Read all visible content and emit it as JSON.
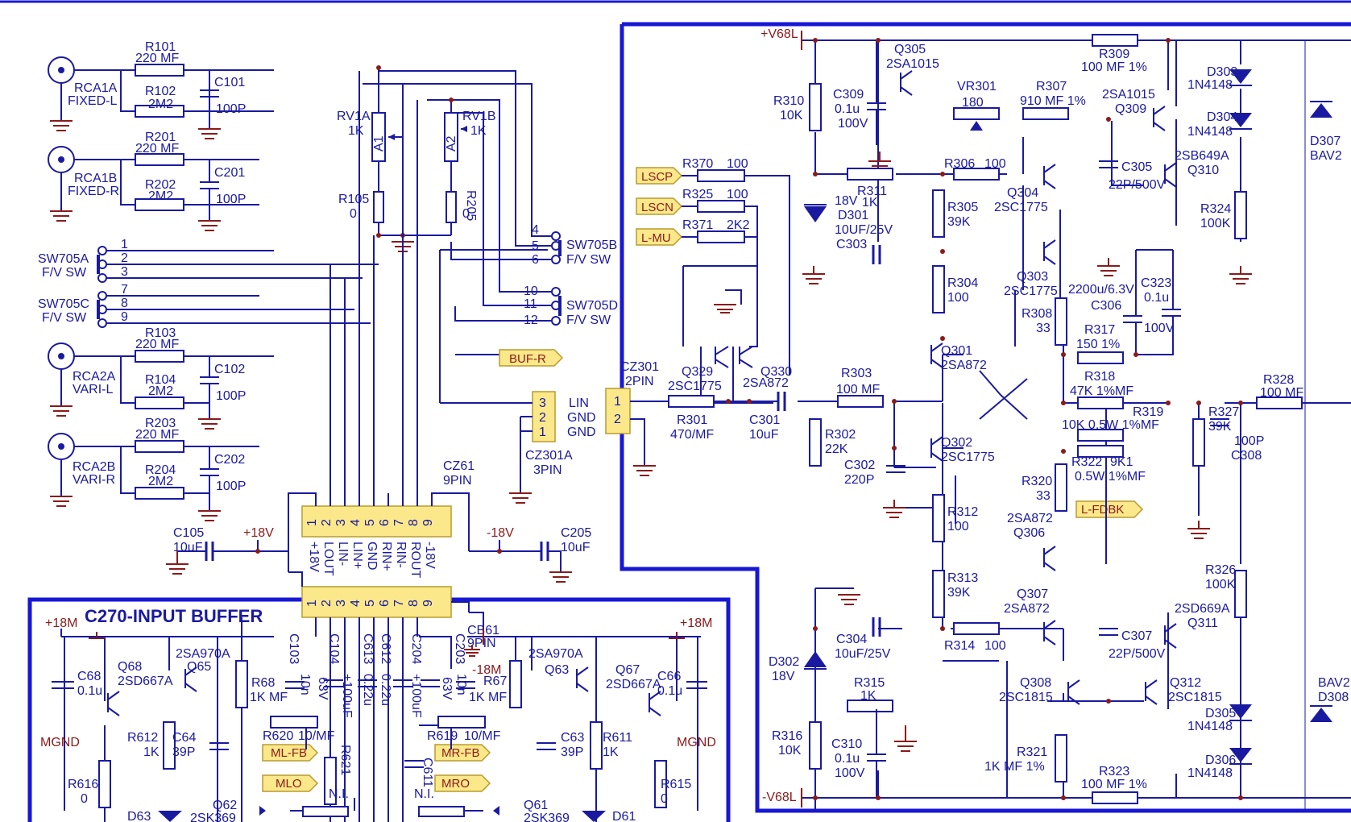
{
  "title": "C270-INPUT BUFFER",
  "colors": {
    "wire": "#1a1aa0",
    "frame": "#1717d6",
    "power": "#8b1a1a",
    "tag_fill": "#fbe88a"
  },
  "power": {
    "p68": "+V68L",
    "n68": "-V68L",
    "p18a": "+18V",
    "n18a": "-18V",
    "p18m_l": "+18M",
    "p18m_r": "+18M",
    "n18m": "-18M",
    "mgnd_l": "MGND",
    "mgnd_r": "MGND"
  },
  "inputs": [
    {
      "label": "RCA1A",
      "sub": "FIXED-L",
      "r_top": "R101",
      "r_top_v": "220 MF",
      "r_bot": "R102",
      "r_bot_v": "2M2",
      "cap": "C101",
      "cap_v": "100P"
    },
    {
      "label": "RCA1B",
      "sub": "FIXED-R",
      "r_top": "R201",
      "r_top_v": "220 MF",
      "r_bot": "R202",
      "r_bot_v": "2M2",
      "cap": "C201",
      "cap_v": "100P"
    },
    {
      "label": "RCA2A",
      "sub": "VARI-L",
      "r_top": "R103",
      "r_top_v": "220 MF",
      "r_bot": "R104",
      "r_bot_v": "2M2",
      "cap": "C102",
      "cap_v": "100P"
    },
    {
      "label": "RCA2B",
      "sub": "VARI-R",
      "r_top": "R203",
      "r_top_v": "220 MF",
      "r_bot": "R204",
      "r_bot_v": "2M2",
      "cap": "C202",
      "cap_v": "100P"
    }
  ],
  "switches": {
    "sw705a": "SW705A",
    "sw705c": "SW705C",
    "sw705b": "SW705B",
    "sw705d": "SW705D",
    "fv": "F/V SW",
    "pins_left": [
      "1",
      "2",
      "3",
      "7",
      "8",
      "9"
    ],
    "pins_right": [
      "4",
      "5",
      "6",
      "10",
      "11",
      "12"
    ]
  },
  "pots": {
    "rv1a": "RV1A",
    "rv1a_v": "1K",
    "rv1b": "RV1B",
    "rv1b_v": "1K",
    "a1": "A1",
    "a2": "A2",
    "r105": "R105",
    "r105_v": "0",
    "r205": "R205",
    "r205_v": "0"
  },
  "cz301a": {
    "name": "CZ301A",
    "pins": "3PIN",
    "p3": "3",
    "p2": "2",
    "p1": "1",
    "lin": "LIN",
    "gnd1": "GND",
    "gnd2": "GND"
  },
  "cz301": {
    "name": "CZ301",
    "pins": "2PIN",
    "p1": "1",
    "p2": "2"
  },
  "cz61": {
    "name": "CZ61",
    "pins": "9PIN",
    "nums": [
      "1",
      "2",
      "3",
      "4",
      "5",
      "6",
      "7",
      "8",
      "9"
    ],
    "sig": [
      "+18V",
      "LOUT",
      "LIN-",
      "LIN+",
      "GND",
      "RIN+",
      "RIN-",
      "ROUT",
      "-18V"
    ]
  },
  "cb61": {
    "name": "CB61",
    "pins": "9PIN",
    "nums": [
      "1",
      "2",
      "3",
      "4",
      "5",
      "6",
      "7",
      "8",
      "9"
    ]
  },
  "caps_supply": {
    "c105": "C105",
    "c105_v": "10uF",
    "c205": "C205",
    "c205_v": "10uF"
  },
  "tags": {
    "lscp": "LSCP",
    "lscn": "LSCN",
    "lmu": "L-MU",
    "bufr": "BUF-R",
    "lfdbk": "L-FDBK",
    "mlfb": "ML-FB",
    "mrfb": "MR-FB",
    "mlo": "MLO",
    "mro": "MRO"
  },
  "amp": {
    "r370": "R370",
    "r370_v": "100",
    "r325": "R325",
    "r325_v": "100",
    "r371": "R371",
    "r371_v": "2K2",
    "q329": "Q329",
    "q329_v": "2SC1775",
    "q330": "Q330",
    "q330_v": "2SA872",
    "r301": "R301",
    "r301_v": "470/MF",
    "c301": "C301",
    "c301_v": "10uF",
    "r303": "R303",
    "r303_v": "100 MF",
    "r302": "R302",
    "r302_v": "22K",
    "c302": "C302",
    "c302_v": "220P",
    "q301": "Q301",
    "q301_v": "2SA872",
    "q302": "Q302",
    "q302_v": "2SC1775",
    "r312": "R312",
    "r312_v": "100",
    "r313": "R313",
    "r313_v": "39K",
    "r304": "R304",
    "r304_v": "100",
    "r305": "R305",
    "r305_v": "39K",
    "r306": "R306",
    "r306_v": "100",
    "r311": "R311",
    "r311_v": "1K",
    "d301": "D301",
    "d301_v": "18V",
    "c303": "C303",
    "c303_v": "10UF/25V",
    "r310": "R310",
    "r310_v": "10K",
    "c309": "C309",
    "c309_v1": "0.1u",
    "c309_v2": "100V",
    "q305": "Q305",
    "q305_v": "2SA1015",
    "vr301": "VR301",
    "vr301_v": "180",
    "r307": "R307",
    "r307_v": "910 MF 1%",
    "r309": "R309",
    "r309_v": "100 MF 1%",
    "q309": "Q309",
    "q309_v": "2SA1015",
    "q304": "Q304",
    "q304_v": "2SC1775",
    "q303": "Q303",
    "q303_v": "2SC1775",
    "c305": "C305",
    "c305_v": "22P/500V",
    "q310": "Q310",
    "q310_v": "2SB649A",
    "d303": "D303",
    "d303_v": "1N4148",
    "d304": "D304",
    "d304_v": "1N4148",
    "r324": "R324",
    "r324_v": "100K",
    "d307": "D307",
    "d307_v": "BAV2",
    "c306": "C306",
    "c306_v": "2200u/6.3V",
    "c323": "C323",
    "c323_v1": "0.1u",
    "c323_v2": "100V",
    "r308": "R308",
    "r308_v": "33",
    "r317": "R317",
    "r317_v": "150 1%",
    "r318": "R318",
    "r318_v": "47K 1%MF",
    "r319": "R319",
    "r319_v": "10K 0.5W 1%MF",
    "r322": "R322",
    "r322_v": "9K1",
    "r322_v2": "0.5W 1%MF",
    "r328": "R328",
    "r328_v": "100 MF",
    "r327": "R327",
    "r327_v": "39K",
    "c308": "C308",
    "c308_v": "100P",
    "r320": "R320",
    "r320_v": "33",
    "q306": "Q306",
    "q306_v": "2SA872",
    "q307": "Q307",
    "q307_v": "2SA872",
    "r326": "R326",
    "r326_v": "100K",
    "q311": "Q311",
    "q311_v": "2SD669A",
    "c307": "C307",
    "c307_v": "22P/500V",
    "c304": "C304",
    "c304_v": "10uF/25V",
    "r314": "R314",
    "r314_v": "100",
    "d302": "D302",
    "d302_v": "18V",
    "r315": "R315",
    "r315_v": "1K",
    "r316": "R316",
    "r316_v": "10K",
    "c310": "C310",
    "c310_v1": "0.1u",
    "c310_v2": "100V",
    "q308": "Q308",
    "q308_v": "2SC1815",
    "q312": "Q312",
    "q312_v": "2SC1815",
    "r321": "R321",
    "r321_v": "1K MF 1%",
    "r323": "R323",
    "r323_v": "100 MF 1%",
    "d305": "D305",
    "d305_v": "1N4148",
    "d306": "D306",
    "d306_v": "1N4148",
    "d308": "D308",
    "d308_v": "BAV2"
  },
  "buffer": {
    "c68": "C68",
    "c68_v": "0.1u",
    "q68": "Q68",
    "q68_v": "2SD667A",
    "q65": "Q65",
    "q65_v": "2SA970A",
    "r612": "R612",
    "r612_v": "1K",
    "c64": "C64",
    "c64_v": "39P",
    "r616": "R616",
    "r616_v": "0",
    "d63": "D63",
    "q62": "Q62",
    "q62_v": "2SK369",
    "r68": "R68",
    "r68_v": "1K MF",
    "c103": "C103",
    "c103_v": "10n",
    "c104": "C104",
    "c104_v": "+100uF",
    "c104_v2": "63V",
    "c613": "C613",
    "c613_v": "0.22u",
    "c612": "C612",
    "c612_v": "0.22u",
    "c204": "C204",
    "c204_v": "+100uF",
    "c203": "C203",
    "c203_v": "10n",
    "c203_v2": "63V",
    "r620": "R620",
    "r620_v": "10/MF",
    "r621": "R621",
    "r621_v": "N.I.",
    "r619": "R619",
    "r619_v": "10/MF",
    "c611": "C611",
    "c611_v": "N.I.",
    "r67": "R67",
    "r67_v": "1K MF",
    "q63": "Q63",
    "q63_v": "2SA970A",
    "q67": "Q67",
    "q67_v": "2SD667A",
    "c66": "C66",
    "c66_v": "0.1u",
    "c63": "C63",
    "c63_v": "39P",
    "r611": "R611",
    "r611_v": "1K",
    "r615": "R615",
    "r615_v": "0",
    "q61": "Q61",
    "q61_v": "2SK369",
    "d61": "D61"
  }
}
